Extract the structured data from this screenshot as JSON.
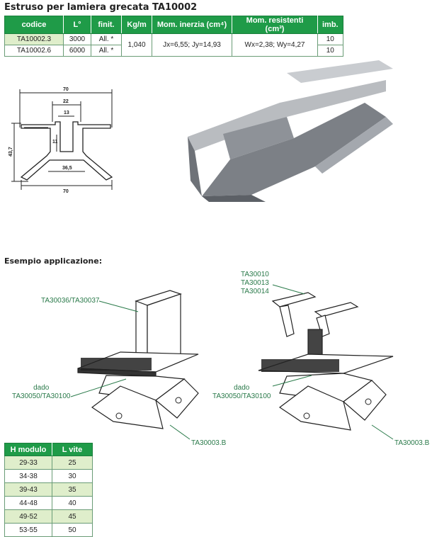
{
  "header": {
    "title": "Estruso per lamiera grecata TA10002"
  },
  "spec_table": {
    "columns": [
      "codice",
      "L°",
      "finit.",
      "Kg/m",
      "Mom. inerzia (cm⁴)",
      "Mom. resistenti (cm³)",
      "imb."
    ],
    "rows": [
      {
        "codice": "TA10002.3",
        "L": "3000",
        "finit": "All. *",
        "imb": "10"
      },
      {
        "codice": "TA10002.6",
        "L": "6000",
        "finit": "All. *",
        "imb": "10"
      }
    ],
    "kg_m": "1,040",
    "mom_inerzia": "Jx=6,55; Jy=14,93",
    "mom_resistenti": "Wx=2,38; Wy=4,27"
  },
  "drawing": {
    "dim_top": "70",
    "dim_inner": "22",
    "dim_slot": "13",
    "dim_height": "43,7",
    "dim_small": "11",
    "dim_base": "36,5",
    "dim_bottom": "70"
  },
  "application": {
    "heading": "Esempio applicazione:",
    "left_labels": {
      "top": "TA30036/TA30037",
      "dado": "dado\nTA30050/TA30100",
      "bottom": "TA30003.B"
    },
    "right_labels": {
      "top": "TA30010\nTA30013\nTA30014",
      "dado": "dado\nTA30050/TA30100",
      "bottom": "TA30003.B"
    }
  },
  "module_table": {
    "columns": [
      "H modulo",
      "L vite"
    ],
    "rows": [
      [
        "29-33",
        "25"
      ],
      [
        "34-38",
        "30"
      ],
      [
        "39-43",
        "35"
      ],
      [
        "44-48",
        "40"
      ],
      [
        "49-52",
        "45"
      ],
      [
        "53-55",
        "50"
      ]
    ]
  },
  "colors": {
    "header_green": "#1f9b48",
    "row_tint": "#dfeecb",
    "callout_green": "#2a7a4a"
  }
}
